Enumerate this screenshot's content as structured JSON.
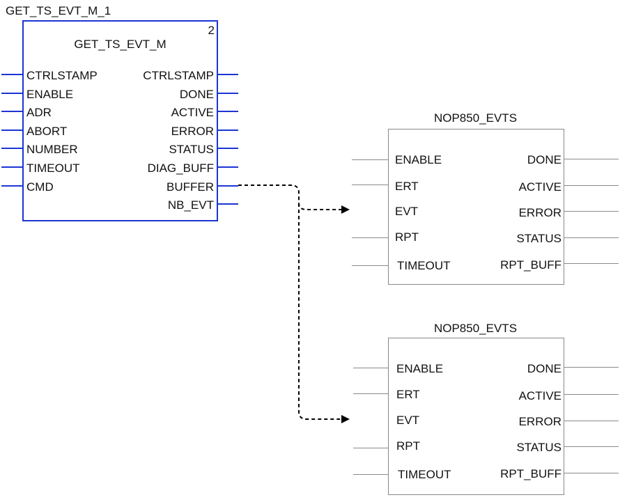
{
  "main_block": {
    "instance": "GET_TS_EVT_M_1",
    "type": "GET_TS_EVT_M",
    "exec_order": "2",
    "inputs": [
      "CTRLSTAMP",
      "ENABLE",
      "ADR",
      "ABORT",
      "NUMBER",
      "TIMEOUT",
      "CMD"
    ],
    "outputs": [
      "CTRLSTAMP",
      "DONE",
      "ACTIVE",
      "ERROR",
      "STATUS",
      "DIAG_BUFF",
      "BUFFER",
      "NB_EVT"
    ]
  },
  "event_blocks": [
    {
      "type": "NOP850_EVTS",
      "inputs": [
        "ENABLE",
        "ERT",
        "EVT",
        "RPT",
        "TIMEOUT"
      ],
      "outputs": [
        "DONE",
        "ACTIVE",
        "ERROR",
        "STATUS",
        "RPT_BUFF"
      ]
    },
    {
      "type": "NOP850_EVTS",
      "inputs": [
        "ENABLE",
        "ERT",
        "EVT",
        "RPT",
        "TIMEOUT"
      ],
      "outputs": [
        "DONE",
        "ACTIVE",
        "ERROR",
        "STATUS",
        "RPT_BUFF"
      ]
    }
  ],
  "colors": {
    "main_block_border": "#1c34d4",
    "event_block_border": "#888888",
    "link": "#000000"
  }
}
